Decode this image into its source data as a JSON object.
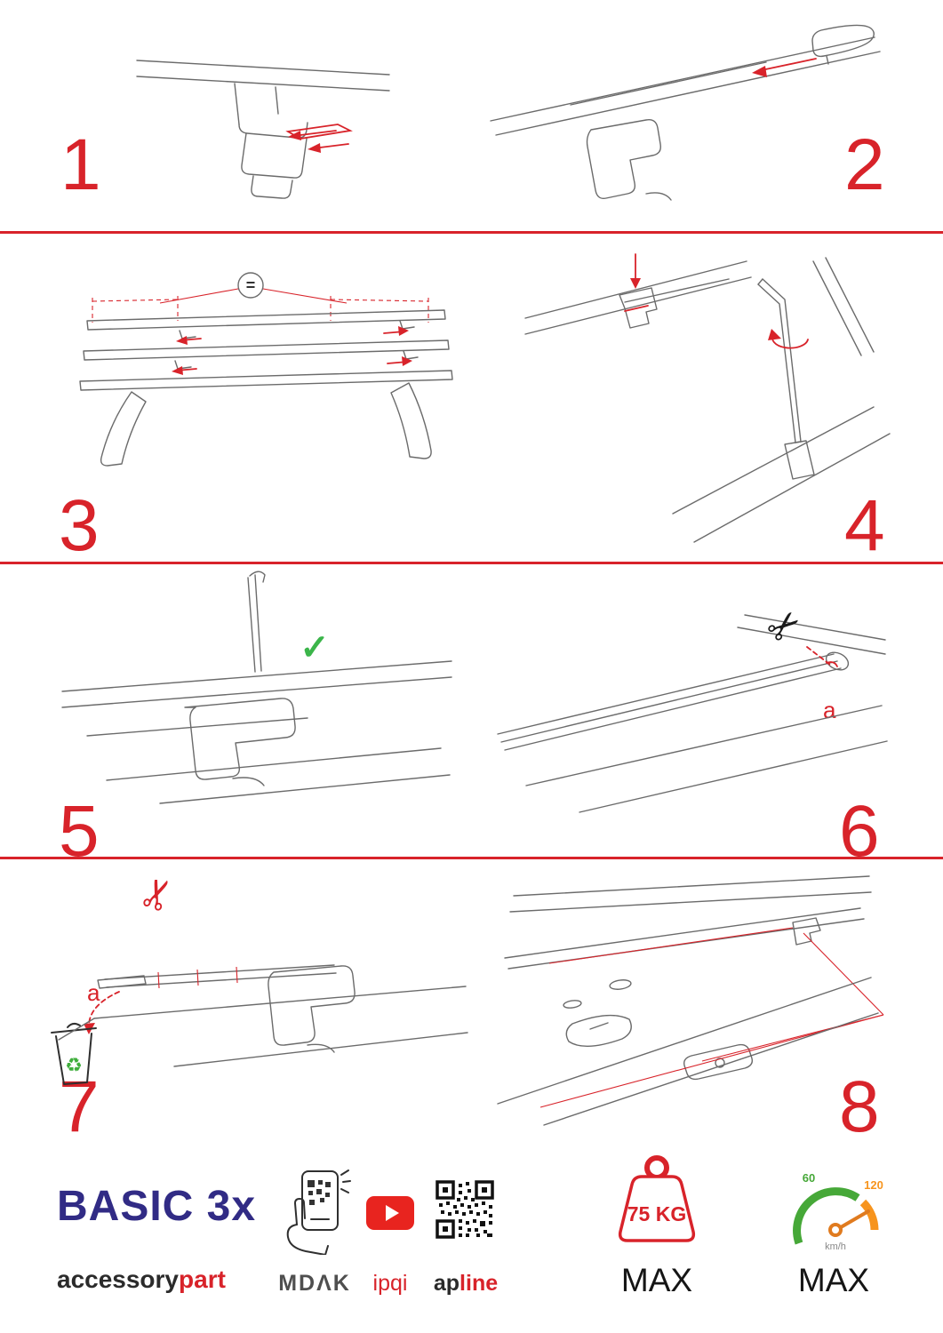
{
  "colors": {
    "accent": "#d8232a",
    "navy": "#312b85",
    "green": "#3bb54a",
    "orange": "#f7941d"
  },
  "steps": {
    "s1": {
      "number": "1"
    },
    "s2": {
      "number": "2"
    },
    "s3": {
      "number": "3",
      "equal": "="
    },
    "s4": {
      "number": "4"
    },
    "s5": {
      "number": "5",
      "check": "✓"
    },
    "s6": {
      "number": "6",
      "label_a": "a",
      "scissors": "✂"
    },
    "s7": {
      "number": "7",
      "label_a": "a",
      "scissors": "✂",
      "recycle": "♻"
    },
    "s8": {
      "number": "8"
    }
  },
  "footer": {
    "product": "BASIC 3x",
    "brand_black": "accessory",
    "brand_red": "part",
    "mdak": "MDΛK",
    "ipqi": "ipqi",
    "apline_black": "ap",
    "apline_red": "line",
    "weight_limit": "75 KG",
    "weight_max": "MAX",
    "speed_60": "60",
    "speed_120": "120",
    "speed_unit": "km/h",
    "speed_max": "MAX"
  }
}
